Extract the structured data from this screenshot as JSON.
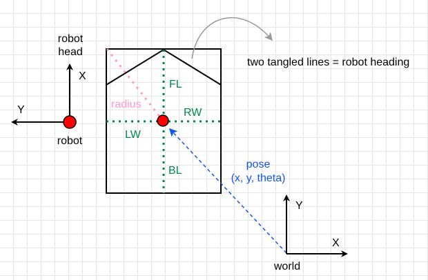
{
  "robot_frame": {
    "title_line1": "robot",
    "title_line2": "head",
    "x_axis": "X",
    "y_axis": "Y",
    "origin_label": "robot"
  },
  "body": {
    "front_left": "FL",
    "right_wheel": "RW",
    "left_wheel": "LW",
    "back_left": "BL",
    "radius": "radius"
  },
  "heading_note": "two tangled lines = robot heading",
  "pose": {
    "line1": "pose",
    "line2": "(x, y, theta)"
  },
  "world_frame": {
    "x_axis": "X",
    "y_axis": "Y",
    "origin_label": "world"
  },
  "colors": {
    "green": "#00884a",
    "pink": "#ff99cc",
    "blue": "#1155ee",
    "red": "#ff0000",
    "gray": "#999999"
  }
}
